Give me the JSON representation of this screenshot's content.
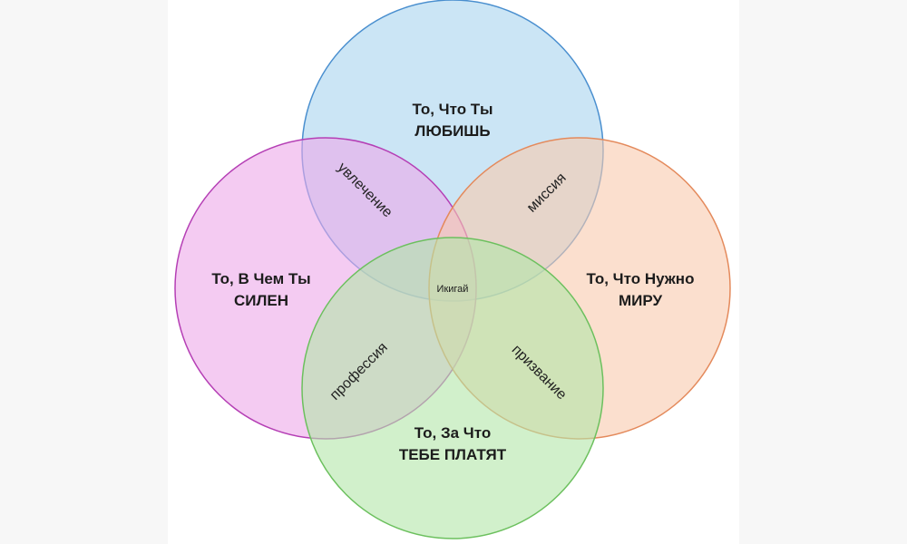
{
  "colors": {
    "page_background": "#f7f7f7",
    "panel_background": "#ffffff",
    "love_fill": "#a8d4ee",
    "love_stroke": "#4a8fcf",
    "good_at_fill": "#eca9ea",
    "good_at_stroke": "#b53fb5",
    "world_needs_fill": "#f9c9ad",
    "world_needs_stroke": "#e48a5c",
    "paid_for_fill": "#b2e6a8",
    "paid_for_stroke": "#6cc05e"
  },
  "circles": {
    "love": {
      "line1": "То, Что Ты",
      "line2": "ЛЮБИШЬ"
    },
    "good_at": {
      "line1": "То, В Чем Ты",
      "line2": "СИЛЕН"
    },
    "world_needs": {
      "line1": "То, Что Нужно",
      "line2": "МИРУ"
    },
    "paid_for": {
      "line1": "То, За Что",
      "line2": "ТЕБЕ ПЛАТЯТ"
    }
  },
  "overlaps": {
    "passion": "увлечение",
    "mission": "миссия",
    "profession": "профессия",
    "vocation": "призвание"
  },
  "center": "Икигай"
}
